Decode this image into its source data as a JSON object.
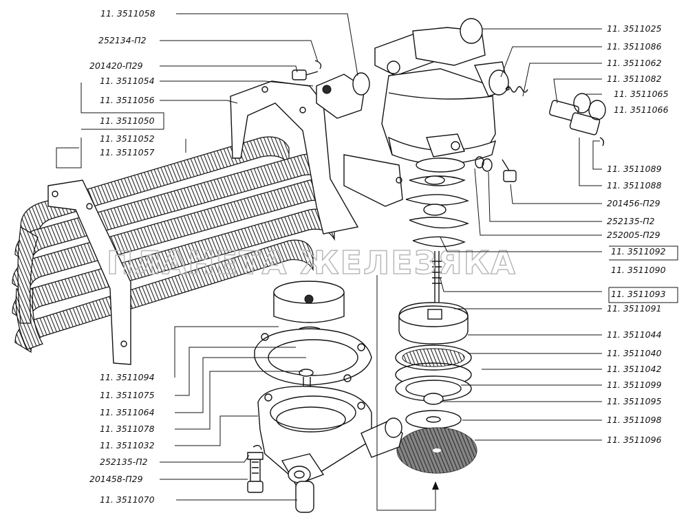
{
  "watermark": "ПЛАНЕТА ЖЕЛЕЗЯКА",
  "labels": {
    "l1": "11. 3511058",
    "l2": "252134-П2",
    "l3": "201420-П29",
    "l4": "11. 3511054",
    "l5": "11. 3511056",
    "l6": "11. 3511050",
    "l7": "11. 3511052",
    "l8": "11. 3511057",
    "r1": "11. 3511025",
    "r2": "11. 3511086",
    "r3": "11. 3511062",
    "r4": "11. 3511082",
    "r5": "11. 3511065",
    "r6": "11. 3511066",
    "r7": "11. 3511089",
    "r8": "11. 3511088",
    "r9": "201456-П29",
    "r10": "252135-П2",
    "r11": "252005-П29",
    "r12": "11. 3511092",
    "r13": "11. 3511090",
    "r14": "11. 3511093",
    "r15": "11. 3511091",
    "r16": "11. 3511044",
    "r17": "11. 3511040",
    "r18": "11. 3511042",
    "r19": "11. 3511099",
    "r20": "11. 3511095",
    "r21": "11. 3511098",
    "r22": "11. 3511096",
    "b1": "11. 3511094",
    "b2": "11. 3511075",
    "b3": "11. 3511064",
    "b4": "11. 3511078",
    "b5": "11. 3511032",
    "b6": "252135-П2",
    "b7": "201458-П29",
    "b8": "11. 3511070"
  }
}
